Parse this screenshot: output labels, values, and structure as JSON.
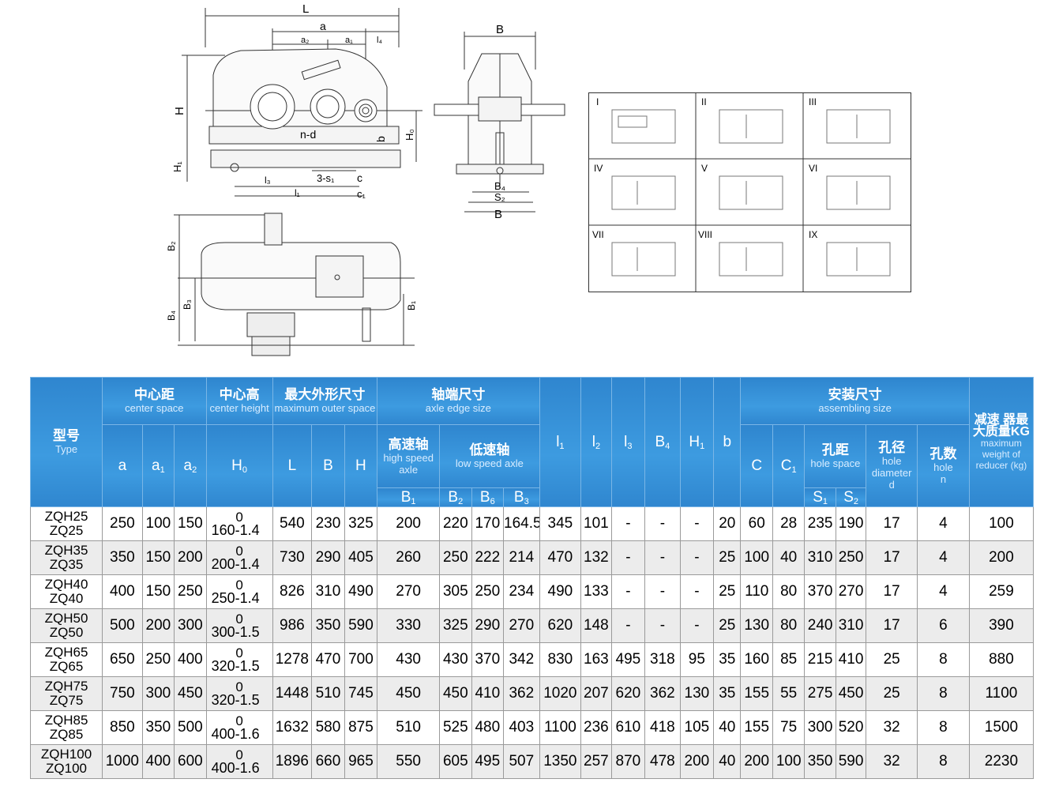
{
  "drawings": {
    "front_labels": [
      "L",
      "a",
      "a₂",
      "a₁",
      "l₄",
      "H",
      "H₀",
      "b",
      "n-d",
      "H₁",
      "l₃",
      "3-s₁",
      "c",
      "c₁",
      "l₁"
    ],
    "side_labels": [
      "B",
      "B₄",
      "S₂",
      "B"
    ],
    "top_labels": [
      "B₂",
      "B₄",
      "B₃",
      "B₁"
    ],
    "assembly_types": [
      "I",
      "II",
      "III",
      "IV",
      "V",
      "VI",
      "VII",
      "VIII",
      "IX"
    ]
  },
  "table": {
    "headers": {
      "type": {
        "zh": "型号",
        "en": "Type"
      },
      "center_space": {
        "zh": "中心距",
        "en": "center space"
      },
      "center_height": {
        "zh": "中心高",
        "en": "center height"
      },
      "max_outer": {
        "zh": "最大外形尺寸",
        "en": "maximum outer space"
      },
      "axle_edge": {
        "zh": "轴端尺寸",
        "en": "axle edge size"
      },
      "high_speed": {
        "zh": "高速轴",
        "en": "high speed axle"
      },
      "low_speed": {
        "zh": "低速轴",
        "en": "low speed axle"
      },
      "assembling": {
        "zh": "安装尺寸",
        "en": "assembling size"
      },
      "hole_space": {
        "zh": "孔距",
        "en": "hole space"
      },
      "hole_diameter": {
        "zh": "孔径",
        "en": "hole diameter",
        "sym": "d"
      },
      "hole_count": {
        "zh": "孔数",
        "en": "hole",
        "sym": "n"
      },
      "weight": {
        "zh": "减速 器最大质量KG",
        "en": "maximum weight of reducer (kg)"
      }
    },
    "rows": [
      {
        "type1": "ZQH25",
        "type2": "ZQ25",
        "a": "250",
        "a1": "100",
        "a2": "150",
        "h0_top": "0",
        "h0": "160-1.4",
        "L": "540",
        "B": "230",
        "H": "325",
        "B1": "200",
        "B2": "220",
        "B6": "170",
        "B3": "164.5",
        "l1": "345",
        "l2": "101",
        "l3": "-",
        "B4": "-",
        "H1": "-",
        "b": "20",
        "C": "60",
        "C1": "28",
        "S1": "235",
        "S2": "190",
        "d": "17",
        "n": "4",
        "kg": "100"
      },
      {
        "type1": "ZQH35",
        "type2": "ZQ35",
        "a": "350",
        "a1": "150",
        "a2": "200",
        "h0_top": "0",
        "h0": "200-1.4",
        "L": "730",
        "B": "290",
        "H": "405",
        "B1": "260",
        "B2": "250",
        "B6": "222",
        "B3": "214",
        "l1": "470",
        "l2": "132",
        "l3": "-",
        "B4": "-",
        "H1": "-",
        "b": "25",
        "C": "100",
        "C1": "40",
        "S1": "310",
        "S2": "250",
        "d": "17",
        "n": "4",
        "kg": "200"
      },
      {
        "type1": "ZQH40",
        "type2": "ZQ40",
        "a": "400",
        "a1": "150",
        "a2": "250",
        "h0_top": "0",
        "h0": "250-1.4",
        "L": "826",
        "B": "310",
        "H": "490",
        "B1": "270",
        "B2": "305",
        "B6": "250",
        "B3": "234",
        "l1": "490",
        "l2": "133",
        "l3": "-",
        "B4": "-",
        "H1": "-",
        "b": "25",
        "C": "110",
        "C1": "80",
        "S1": "370",
        "S2": "270",
        "d": "17",
        "n": "4",
        "kg": "259"
      },
      {
        "type1": "ZQH50",
        "type2": "ZQ50",
        "a": "500",
        "a1": "200",
        "a2": "300",
        "h0_top": "0",
        "h0": "300-1.5",
        "L": "986",
        "B": "350",
        "H": "590",
        "B1": "330",
        "B2": "325",
        "B6": "290",
        "B3": "270",
        "l1": "620",
        "l2": "148",
        "l3": "-",
        "B4": "-",
        "H1": "-",
        "b": "25",
        "C": "130",
        "C1": "80",
        "S1": "240",
        "S2": "310",
        "d": "17",
        "n": "6",
        "kg": "390"
      },
      {
        "type1": "ZQH65",
        "type2": "ZQ65",
        "a": "650",
        "a1": "250",
        "a2": "400",
        "h0_top": "0",
        "h0": "320-1.5",
        "L": "1278",
        "B": "470",
        "H": "700",
        "B1": "430",
        "B2": "430",
        "B6": "370",
        "B3": "342",
        "l1": "830",
        "l2": "163",
        "l3": "495",
        "B4": "318",
        "H1": "95",
        "b": "35",
        "C": "160",
        "C1": "85",
        "S1": "215",
        "S2": "410",
        "d": "25",
        "n": "8",
        "kg": "880"
      },
      {
        "type1": "ZQH75",
        "type2": "ZQ75",
        "a": "750",
        "a1": "300",
        "a2": "450",
        "h0_top": "0",
        "h0": "320-1.5",
        "L": "1448",
        "B": "510",
        "H": "745",
        "B1": "450",
        "B2": "450",
        "B6": "410",
        "B3": "362",
        "l1": "1020",
        "l2": "207",
        "l3": "620",
        "B4": "362",
        "H1": "130",
        "b": "35",
        "C": "155",
        "C1": "55",
        "S1": "275",
        "S2": "450",
        "d": "25",
        "n": "8",
        "kg": "1100"
      },
      {
        "type1": "ZQH85",
        "type2": "ZQ85",
        "a": "850",
        "a1": "350",
        "a2": "500",
        "h0_top": "0",
        "h0": "400-1.6",
        "L": "1632",
        "B": "580",
        "H": "875",
        "B1": "510",
        "B2": "525",
        "B6": "480",
        "B3": "403",
        "l1": "1100",
        "l2": "236",
        "l3": "610",
        "B4": "418",
        "H1": "105",
        "b": "40",
        "C": "155",
        "C1": "75",
        "S1": "300",
        "S2": "520",
        "d": "32",
        "n": "8",
        "kg": "1500"
      },
      {
        "type1": "ZQH100",
        "type2": "ZQ100",
        "a": "1000",
        "a1": "400",
        "a2": "600",
        "h0_top": "0",
        "h0": "400-1.6",
        "L": "1896",
        "B": "660",
        "H": "965",
        "B1": "550",
        "B2": "605",
        "B6": "495",
        "B3": "507",
        "l1": "1350",
        "l2": "257",
        "l3": "870",
        "B4": "478",
        "H1": "200",
        "b": "40",
        "C": "200",
        "C1": "100",
        "S1": "350",
        "S2": "590",
        "d": "32",
        "n": "8",
        "kg": "2230"
      }
    ]
  }
}
